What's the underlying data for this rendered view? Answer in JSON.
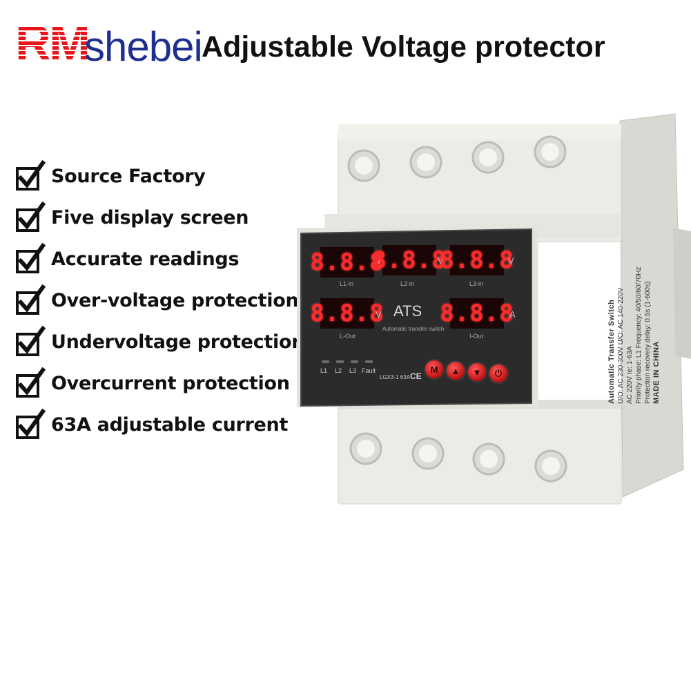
{
  "brand": {
    "rm": "RM",
    "shebei": "shebei"
  },
  "title": "Adjustable Voltage protector",
  "features": [
    "Source Factory",
    "Five display screen",
    "Accurate readings",
    "Over-voltage protection",
    "Undervoltage protection",
    "Overcurrent protection",
    "63A adjustable current"
  ],
  "device": {
    "displays": [
      {
        "digits": "8.8.8",
        "unit": "V",
        "sub": "L1-in"
      },
      {
        "digits": "8.8.8",
        "unit": "V",
        "sub": "L2-in"
      },
      {
        "digits": "8.8.8",
        "unit": "V",
        "sub": "L3-in"
      },
      {
        "digits": "8.8.8",
        "unit": "V",
        "sub": "L-Out"
      },
      {
        "digits": "8.8.8",
        "unit": "A",
        "sub": "I-Out"
      }
    ],
    "center_label": "ATS",
    "center_sub": "Automatic transfer switch",
    "leds": [
      "L1",
      "L2",
      "L3",
      "Fault"
    ],
    "model": "LGX3-1 63A",
    "ce": "CE",
    "buttons": {
      "menu": "M"
    },
    "side_label": {
      "title": "Automatic Transfer Switch",
      "lines": [
        "U/O: AC 230-300V  U/O: AC 140-220V",
        "AC 220V        Ie: 1-63A",
        "Priority phase: L1  Frequency: 40/50/60/70Hz",
        "Protection recovery delay: 0.5s (1-600s)"
      ],
      "made_in": "MADE IN CHINA"
    },
    "colors": {
      "body": "#ecece7",
      "panel": "#2b2b2b",
      "digit": "#ff2a2a",
      "button": "#d41c1c"
    }
  }
}
